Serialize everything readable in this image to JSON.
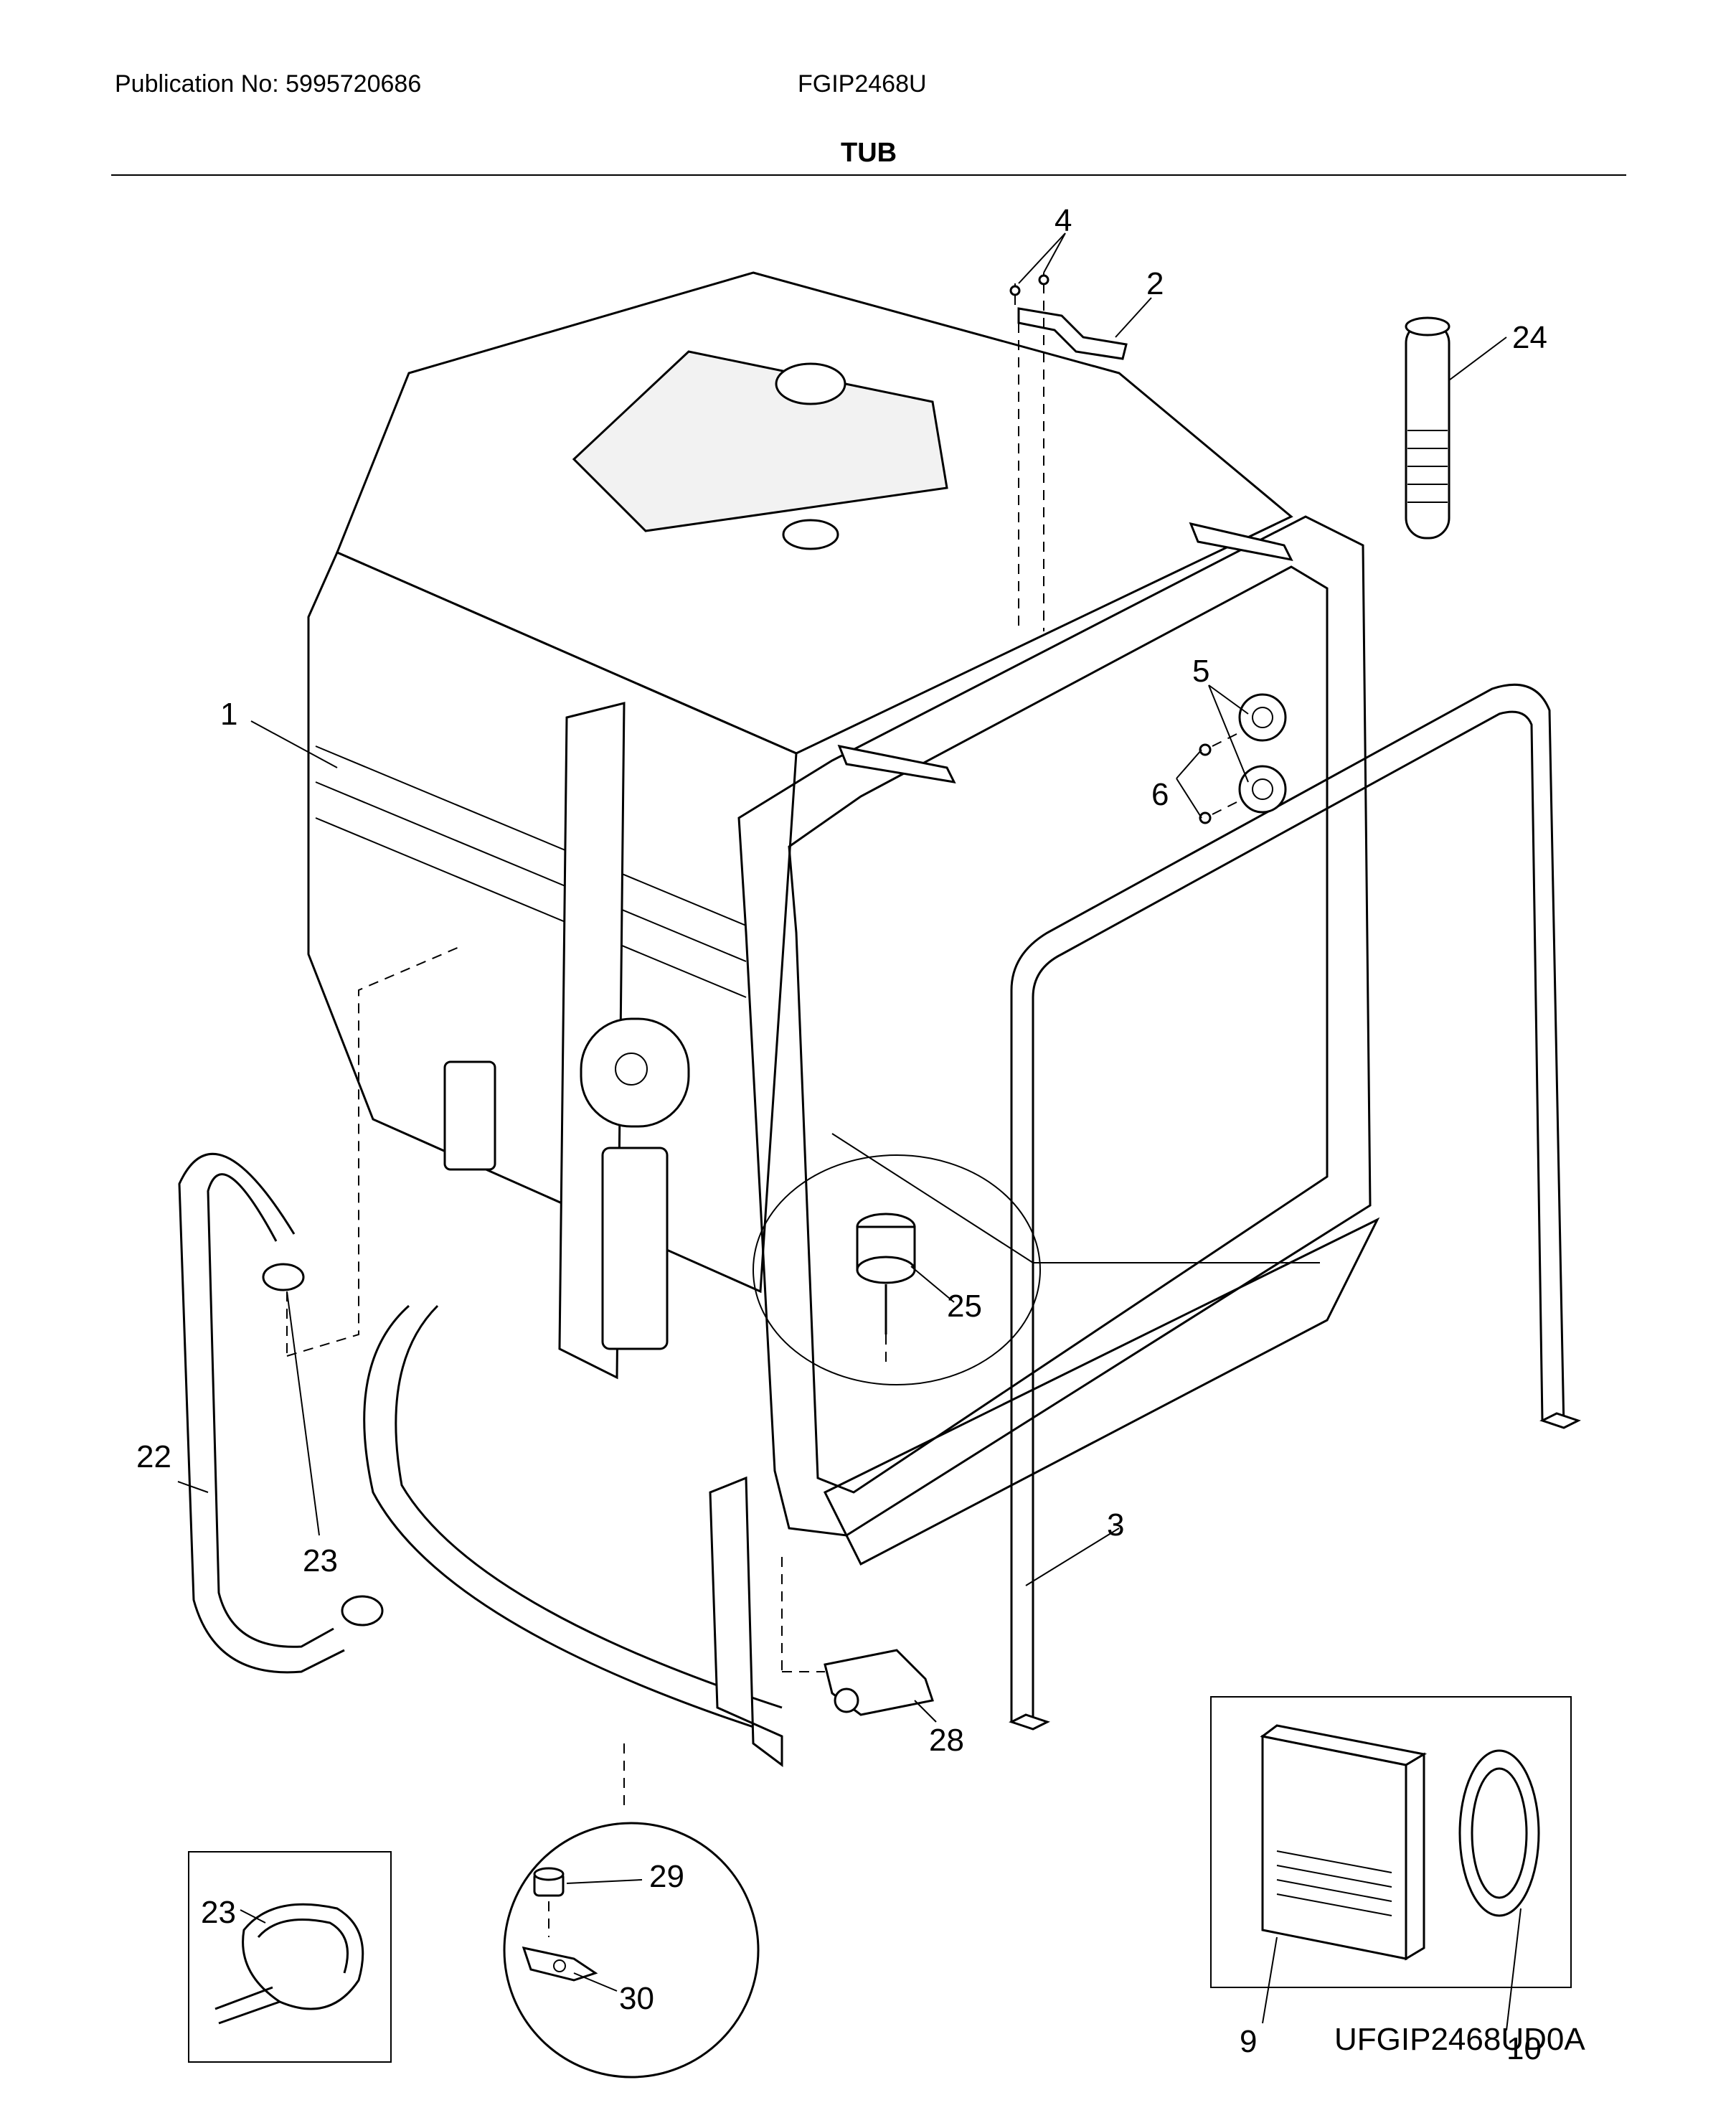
{
  "header": {
    "publication": "Publication No: 5995720686",
    "model": "FGIP2468U",
    "title": "TUB"
  },
  "footer": {
    "diagram_code": "UFGIP2468UD0A"
  },
  "callouts": {
    "c1": "1",
    "c2": "2",
    "c3": "3",
    "c4": "4",
    "c5": "5",
    "c6": "6",
    "c9": "9",
    "c10": "10",
    "c22": "22",
    "c23a": "23",
    "c23b": "23",
    "c24": "24",
    "c25": "25",
    "c28": "28",
    "c29": "29",
    "c30": "30"
  }
}
